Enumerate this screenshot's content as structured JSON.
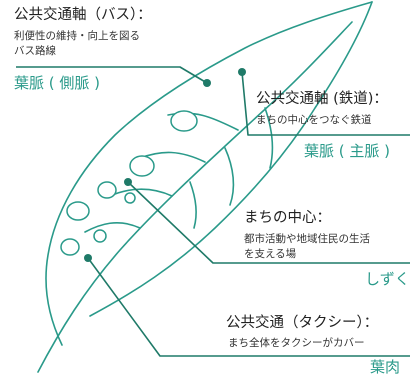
{
  "colors": {
    "accent": "#2a9a8a",
    "leaf_line": "#2a9a8a",
    "leader_line": "#1f7a68",
    "drop_fill": "#ffffff",
    "text": "#222222"
  },
  "labels": {
    "bus_title": "公共交通軸（バス）：",
    "bus_desc_1": "利便性の維持・向上を図る",
    "bus_desc_2": "バス路線",
    "bus_keyword": "葉脈 ( 側脈 )",
    "rail_title": "公共交通軸 (鉄道)：",
    "rail_desc": "まちの中心をつなぐ鉄道",
    "rail_keyword": "葉脈 ( 主脈 )",
    "center_title": "まちの中心：",
    "center_desc_1": "都市活動や地域住民の生活",
    "center_desc_2": "を支える場",
    "center_keyword": "しずく",
    "taxi_title": "公共交通（タクシー）：",
    "taxi_desc": "まち全体をタクシーがカバー",
    "taxi_keyword": "葉肉"
  }
}
